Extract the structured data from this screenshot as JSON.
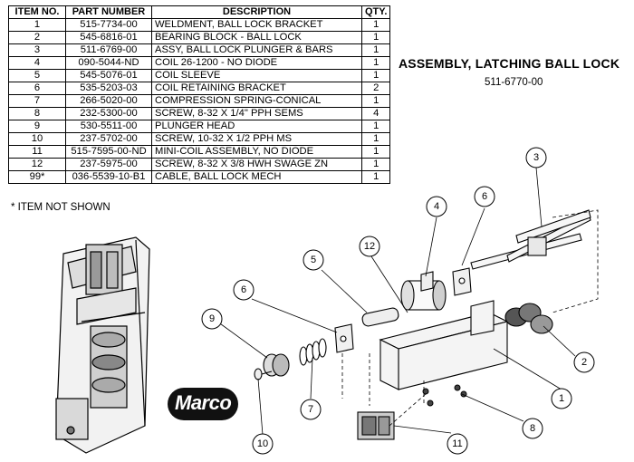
{
  "table": {
    "headers": [
      "ITEM NO.",
      "PART NUMBER",
      "DESCRIPTION",
      "QTY."
    ],
    "rows": [
      {
        "item": "1",
        "part": "515-7734-00",
        "desc": "WELDMENT, BALL LOCK BRACKET",
        "qty": "1"
      },
      {
        "item": "2",
        "part": "545-6816-01",
        "desc": "BEARING BLOCK - BALL LOCK",
        "qty": "1"
      },
      {
        "item": "3",
        "part": "511-6769-00",
        "desc": "ASSY, BALL LOCK PLUNGER & BARS",
        "qty": "1"
      },
      {
        "item": "4",
        "part": "090-5044-ND",
        "desc": "COIL 26-1200 - NO DIODE",
        "qty": "1"
      },
      {
        "item": "5",
        "part": "545-5076-01",
        "desc": "COIL SLEEVE",
        "qty": "1"
      },
      {
        "item": "6",
        "part": "535-5203-03",
        "desc": "COIL RETAINING BRACKET",
        "qty": "2"
      },
      {
        "item": "7",
        "part": "266-5020-00",
        "desc": "COMPRESSION SPRING-CONICAL",
        "qty": "1"
      },
      {
        "item": "8",
        "part": "232-5300-00",
        "desc": "SCREW, 8-32 X 1/4\" PPH SEMS",
        "qty": "4"
      },
      {
        "item": "9",
        "part": "530-5511-00",
        "desc": "PLUNGER HEAD",
        "qty": "1"
      },
      {
        "item": "10",
        "part": "237-5702-00",
        "desc": "SCREW, 10-32 X 1/2 PPH MS",
        "qty": "1"
      },
      {
        "item": "11",
        "part": "515-7595-00-ND",
        "desc": "MINI-COIL ASSEMBLY, NO DIODE",
        "qty": "1"
      },
      {
        "item": "12",
        "part": "237-5975-00",
        "desc": "SCREW, 8-32 X 3/8 HWH SWAGE ZN",
        "qty": "1"
      },
      {
        "item": "99*",
        "part": "036-5539-10-B1",
        "desc": "CABLE, BALL LOCK MECH",
        "qty": "1"
      }
    ]
  },
  "note": "* ITEM NOT SHOWN",
  "title": "ASSEMBLY, LATCHING BALL LOCK",
  "subtitle": "511-6770-00",
  "logo": "Marco",
  "callouts": [
    "1",
    "2",
    "3",
    "4",
    "5",
    "6",
    "6",
    "7",
    "8",
    "9",
    "10",
    "11",
    "12"
  ]
}
